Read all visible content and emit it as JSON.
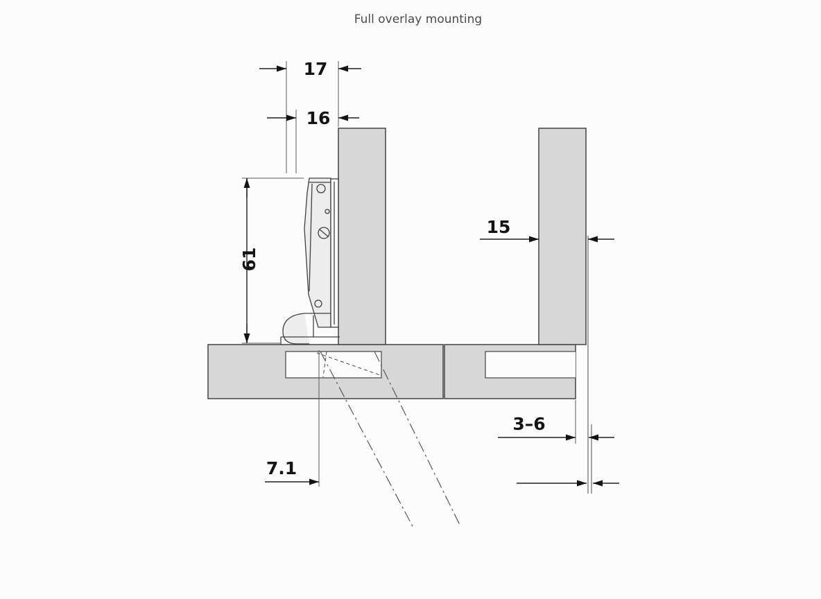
{
  "title": "Full overlay mounting",
  "colors": {
    "background": "#fcfcfc",
    "panel_fill": "#d7d7d7",
    "notch_fill": "#fcfcfc",
    "outline": "#4d4d4d",
    "dimension_text": "#141414",
    "title_text": "#4a4a4a"
  },
  "left_view": {
    "dimensions": {
      "door_overlay": "17",
      "cup_distance": "16",
      "plate_position": "61",
      "cup_edge_distance": "7.1"
    }
  },
  "right_view": {
    "dimensions": {
      "panel_thickness": "15",
      "gap_range": "3–6"
    }
  }
}
